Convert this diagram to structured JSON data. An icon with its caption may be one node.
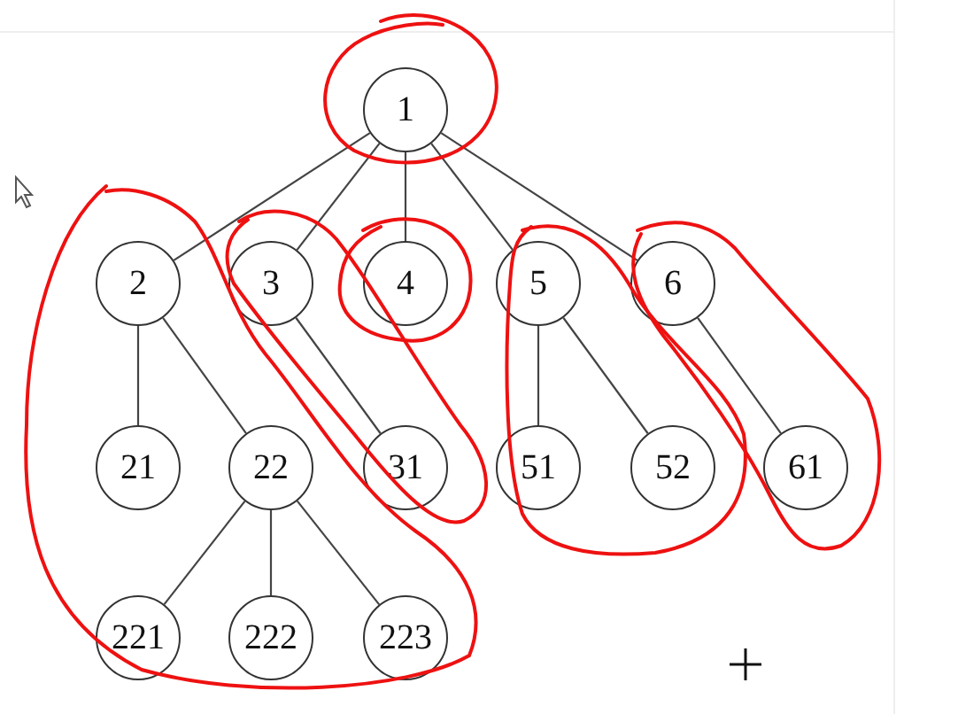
{
  "diagram": {
    "nodes": [
      {
        "text": [
          "1"
        ]
      },
      {
        "text": [
          "2"
        ]
      },
      {
        "text": [
          "3"
        ]
      },
      {
        "text": [
          "4"
        ]
      },
      {
        "text": [
          "5"
        ]
      },
      {
        "text": [
          "6"
        ]
      },
      {
        "text": [
          "21"
        ]
      },
      {
        "text": [
          "22"
        ]
      },
      {
        "text": [
          "31"
        ]
      },
      {
        "text": [
          "51"
        ]
      },
      {
        "text": [
          "52"
        ]
      },
      {
        "text": [
          "61"
        ]
      },
      {
        "text": [
          "221"
        ]
      },
      {
        "text": [
          "222"
        ]
      },
      {
        "text": [
          "223"
        ]
      }
    ],
    "edges": [
      {
        "from": 0,
        "to": 1,
        "arrow": "none"
      },
      {
        "from": 0,
        "to": 2,
        "arrow": "none"
      },
      {
        "from": 0,
        "to": 3,
        "arrow": "none"
      },
      {
        "from": 0,
        "to": 4,
        "arrow": "none"
      },
      {
        "from": 0,
        "to": 5,
        "arrow": "none"
      },
      {
        "from": 1,
        "to": 6,
        "arrow": "none"
      },
      {
        "from": 1,
        "to": 7,
        "arrow": "none"
      },
      {
        "from": 2,
        "to": 8,
        "arrow": "none"
      },
      {
        "from": 4,
        "to": 9,
        "arrow": "none"
      },
      {
        "from": 4,
        "to": 10,
        "arrow": "none"
      },
      {
        "from": 5,
        "to": 11,
        "arrow": "none"
      },
      {
        "from": 7,
        "to": 12,
        "arrow": "none"
      },
      {
        "from": 7,
        "to": 13,
        "arrow": "none"
      },
      {
        "from": 7,
        "to": 14,
        "arrow": "none"
      }
    ]
  }
}
